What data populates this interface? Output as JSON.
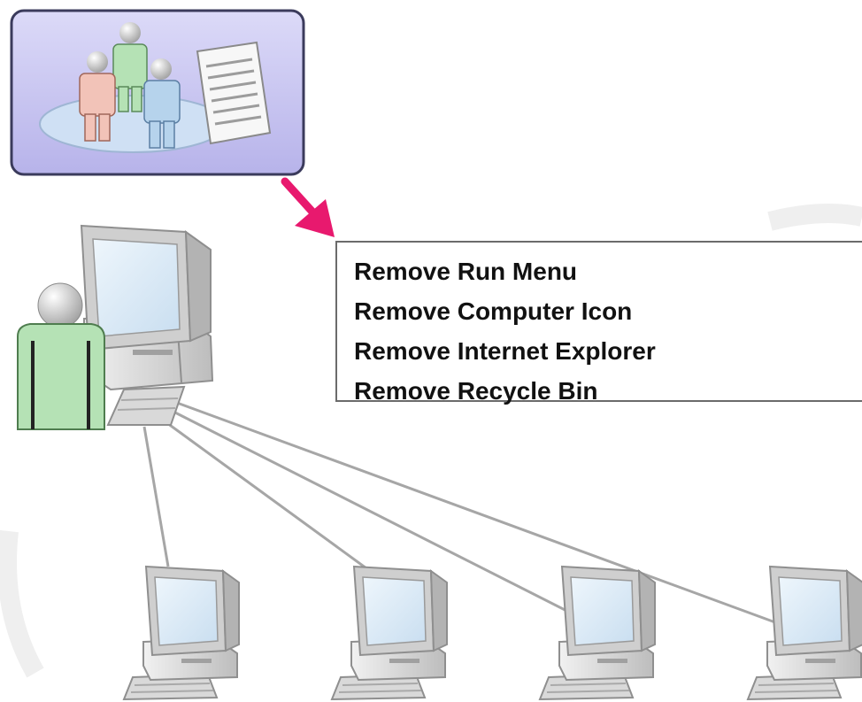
{
  "policy_list": {
    "items": [
      "Remove Run Menu",
      "Remove Computer Icon",
      "Remove Internet Explorer",
      "Remove Recycle Bin"
    ]
  },
  "icons": {
    "group_policy": "users-with-policy-document-icon",
    "arrow": "pink-arrow-icon",
    "admin": "administrator-workstation-icon",
    "clients": "client-computer-icon"
  },
  "colors": {
    "policy_tile": "#c7c4ef",
    "arrow": "#e8196e",
    "person_green": "#b5e2b5",
    "person_pink": "#f2c3b8",
    "person_blue": "#b6d3ec",
    "screen": "#dbeaf6",
    "network_line": "#a6a6a6"
  },
  "client_count": 4
}
